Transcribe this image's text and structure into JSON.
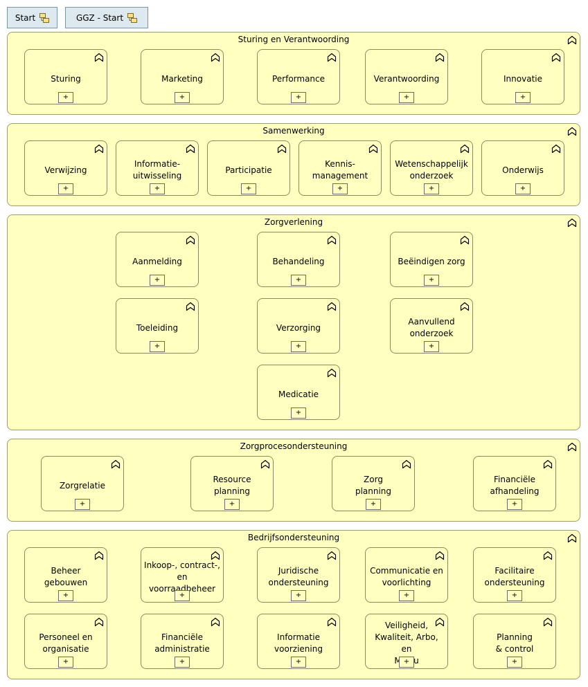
{
  "nav": [
    {
      "label": "Start",
      "icon": "model-link-icon"
    },
    {
      "label": "GGZ - Start",
      "icon": "model-link-icon"
    }
  ],
  "expand_label": "+",
  "groups": [
    {
      "title": "Sturing en Verantwoording",
      "items": [
        "Sturing",
        "Marketing",
        "Performance",
        "Verantwoording",
        "Innovatie"
      ]
    },
    {
      "title": "Samenwerking",
      "items": [
        "Verwijzing",
        "Informatie-\nuitwisseling",
        "Participatie",
        "Kennis-\nmanagement",
        "Wetenschappelijk\nonderzoek",
        "Onderwijs"
      ]
    },
    {
      "title": "Zorgverlening",
      "items": [
        "Aanmelding",
        "Behandeling",
        "Beëindigen zorg",
        "Toeleiding",
        "Verzorging",
        "Aanvullend\nonderzoek",
        "Medicatie"
      ]
    },
    {
      "title": "Zorgprocesondersteuning",
      "items": [
        "Zorgrelatie",
        "Resource\nplanning",
        "Zorg\nplanning",
        "Financiële\nafhandeling"
      ]
    },
    {
      "title": "Bedrijfsondersteuning",
      "items": [
        "Beheer\ngebouwen",
        "Inkoop-, contract-,\nen\nvoorraadbeheer",
        "Juridische\nondersteuning",
        "Communicatie en\nvoorlichting",
        "Facilitaire\nondersteuning",
        "Personeel en\norganisatie",
        "Financiële\nadministratie",
        "Informatie\nvoorziening",
        "Veiligheid,\nKwaliteit, Arbo, en\nMilieu",
        "Planning\n& control"
      ]
    }
  ]
}
